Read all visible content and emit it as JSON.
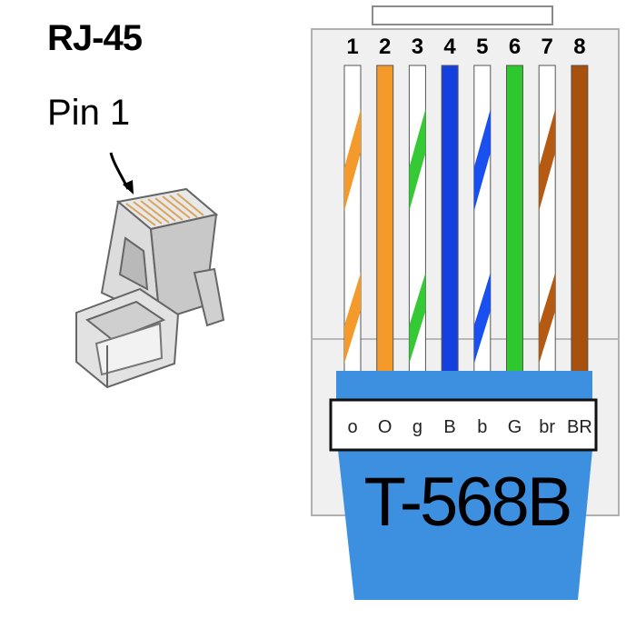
{
  "connector": {
    "title": "RJ-45",
    "pin_label": "Pin 1"
  },
  "wiring": {
    "standard": "T-568B",
    "pins": [
      {
        "number": "1",
        "code": "o",
        "base": "#ffffff",
        "stripe": "#f39a2b"
      },
      {
        "number": "2",
        "code": "O",
        "base": "#f39a2b",
        "stripe": null
      },
      {
        "number": "3",
        "code": "g",
        "base": "#ffffff",
        "stripe": "#35c935"
      },
      {
        "number": "4",
        "code": "B",
        "base": "#1440e0",
        "stripe": null
      },
      {
        "number": "5",
        "code": "b",
        "base": "#ffffff",
        "stripe": "#1a4ff0"
      },
      {
        "number": "6",
        "code": "G",
        "base": "#2ec82e",
        "stripe": null
      },
      {
        "number": "7",
        "code": "br",
        "base": "#ffffff",
        "stripe": "#b55a12"
      },
      {
        "number": "8",
        "code": "BR",
        "base": "#a8500e",
        "stripe": null
      }
    ]
  },
  "colors": {
    "jacket": "#3d8fe0",
    "housing": "#f0f0f0",
    "housing_border": "#b0b0b0"
  }
}
